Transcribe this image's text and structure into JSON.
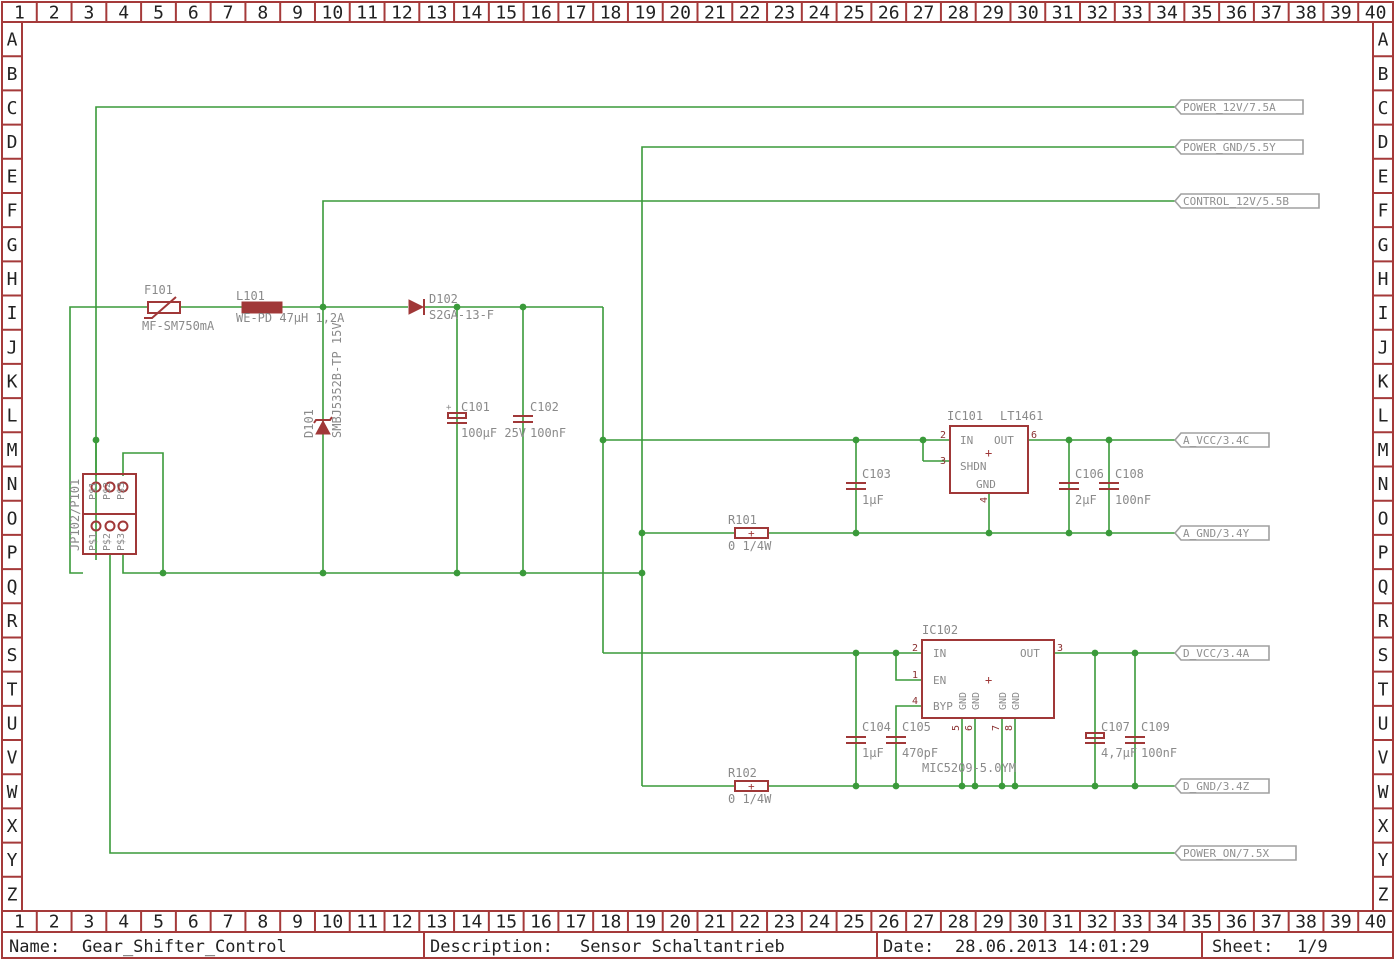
{
  "grid": {
    "columns": [
      "1",
      "2",
      "3",
      "4",
      "5",
      "6",
      "7",
      "8",
      "9",
      "10",
      "11",
      "12",
      "13",
      "14",
      "15",
      "16",
      "17",
      "18",
      "19",
      "20",
      "21",
      "22",
      "23",
      "24",
      "25",
      "26",
      "27",
      "28",
      "29",
      "30",
      "31",
      "32",
      "33",
      "34",
      "35",
      "36",
      "37",
      "38",
      "39",
      "40"
    ],
    "rows": [
      "A",
      "B",
      "C",
      "D",
      "E",
      "F",
      "G",
      "H",
      "I",
      "J",
      "K",
      "L",
      "M",
      "N",
      "O",
      "P",
      "Q",
      "R",
      "S",
      "T",
      "U",
      "V",
      "W",
      "X",
      "Y",
      "Z"
    ]
  },
  "title_block": {
    "name_label": "Name:",
    "name_value": "Gear_Shifter_Control",
    "description_label": "Description:",
    "description_value": "Sensor Schaltantrieb",
    "date_label": "Date:",
    "date_value": "28.06.2013 14:01:29",
    "sheet_label": "Sheet:",
    "sheet_value": "1/9"
  },
  "ports": {
    "power_12v": "POWER_12V/7.5A",
    "power_gnd": "POWER_GND/5.5Y",
    "control_12v": "CONTROL_12V/5.5B",
    "a_vcc": "A_VCC/3.4C",
    "a_gnd": "A_GND/3.4Y",
    "d_vcc": "D_VCC/3.4A",
    "d_gnd": "D_GND/3.4Z",
    "power_on": "POWER_ON/7.5X"
  },
  "components": {
    "f101": {
      "ref": "F101",
      "value": "MF-SM750mA"
    },
    "l101": {
      "ref": "L101",
      "value": "WE-PD 47µH 1,2A"
    },
    "d101": {
      "ref": "D101",
      "value": "SMBJ5352B-TP 15V"
    },
    "d102": {
      "ref": "D102",
      "value": "S2GA-13-F"
    },
    "c101": {
      "ref": "C101",
      "value": "100µF 25V"
    },
    "c102": {
      "ref": "C102",
      "value": "100nF"
    },
    "c103": {
      "ref": "C103",
      "value": "1µF"
    },
    "c104": {
      "ref": "C104",
      "value": "1µF"
    },
    "c105": {
      "ref": "C105",
      "value": "470pF"
    },
    "c106": {
      "ref": "C106",
      "value": "2µF"
    },
    "c107": {
      "ref": "C107",
      "value": "4,7µF"
    },
    "c108": {
      "ref": "C108",
      "value": "100nF"
    },
    "c109": {
      "ref": "C109",
      "value": "100nF"
    },
    "r101": {
      "ref": "R101",
      "value": "0 1/4W"
    },
    "r102": {
      "ref": "R102",
      "value": "0 1/4W"
    },
    "jp": {
      "ref": "JP102/P101",
      "top_pins": [
        "P$1",
        "P$2",
        "P$3"
      ],
      "bot_pins": [
        "P$1",
        "P$2",
        "P$3"
      ]
    },
    "ic101": {
      "ref": "IC101",
      "value": "LT1461",
      "pins": {
        "in": "IN",
        "out": "OUT",
        "shdn": "SHDN",
        "gnd": "GND"
      },
      "pin_numbers": {
        "in": "2",
        "shdn": "3",
        "out": "6",
        "gnd": "4"
      }
    },
    "ic102": {
      "ref": "IC102",
      "value": "MIC5209-5.0YM",
      "pins": {
        "in": "IN",
        "en": "EN",
        "byp": "BYP",
        "out": "OUT",
        "gnd": "GND"
      },
      "pin_numbers": {
        "in": "2",
        "en": "1",
        "byp": "4",
        "out": "3",
        "g5": "5",
        "g6": "6",
        "g7": "7",
        "g8": "8"
      }
    }
  }
}
